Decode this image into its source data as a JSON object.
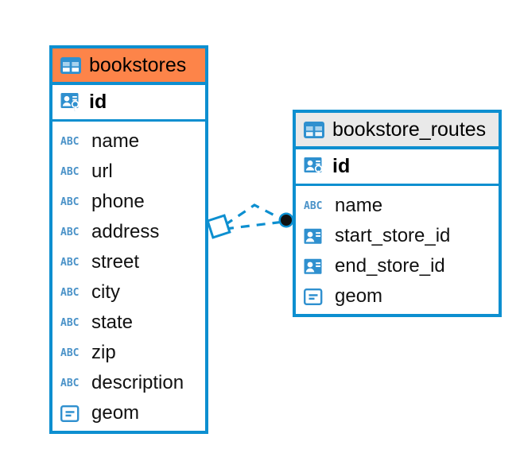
{
  "diagram": {
    "type": "entity-relationship-diagram",
    "colors": {
      "border_blue": "#0d8fd0",
      "header_accent_orange": "#fd8449",
      "header_neutral_gray": "#e9e9e9",
      "icon_blue": "#2f90cf",
      "abc_icon_blue": "#4a92c8",
      "relationship_line": "#0d8fd0",
      "endpoint_dot": "#111111",
      "background": "#ffffff"
    },
    "entities": [
      {
        "name": "bookstores",
        "header_style": "accent",
        "header_icon": "table-grid-icon",
        "primary_key": {
          "label": "id",
          "icon": "primary-key-icon"
        },
        "fields": [
          {
            "label": "name",
            "icon": "text-abc-icon",
            "type_hint": "ABC"
          },
          {
            "label": "url",
            "icon": "text-abc-icon",
            "type_hint": "ABC"
          },
          {
            "label": "phone",
            "icon": "text-abc-icon",
            "type_hint": "ABC"
          },
          {
            "label": "address",
            "icon": "text-abc-icon",
            "type_hint": "ABC"
          },
          {
            "label": "street",
            "icon": "text-abc-icon",
            "type_hint": "ABC"
          },
          {
            "label": "city",
            "icon": "text-abc-icon",
            "type_hint": "ABC"
          },
          {
            "label": "state",
            "icon": "text-abc-icon",
            "type_hint": "ABC"
          },
          {
            "label": "zip",
            "icon": "text-abc-icon",
            "type_hint": "ABC"
          },
          {
            "label": "description",
            "icon": "text-abc-icon",
            "type_hint": "ABC"
          },
          {
            "label": "geom",
            "icon": "geometry-icon",
            "type_hint": "geometry"
          }
        ]
      },
      {
        "name": "bookstore_routes",
        "header_style": "neutral",
        "header_icon": "table-grid-icon",
        "primary_key": {
          "label": "id",
          "icon": "primary-key-icon"
        },
        "fields": [
          {
            "label": "name",
            "icon": "text-abc-icon",
            "type_hint": "ABC"
          },
          {
            "label": "start_store_id",
            "icon": "foreign-key-icon",
            "type_hint": "reference"
          },
          {
            "label": "end_store_id",
            "icon": "foreign-key-icon",
            "type_hint": "reference"
          },
          {
            "label": "geom",
            "icon": "geometry-icon",
            "type_hint": "geometry"
          }
        ]
      }
    ],
    "relationship": {
      "style": "dashed",
      "source_marker": "open-diamond-marker",
      "target_marker": "filled-circle-marker",
      "source_entity": "bookstores",
      "target_entity": "bookstore_routes",
      "link_count": 2
    }
  }
}
